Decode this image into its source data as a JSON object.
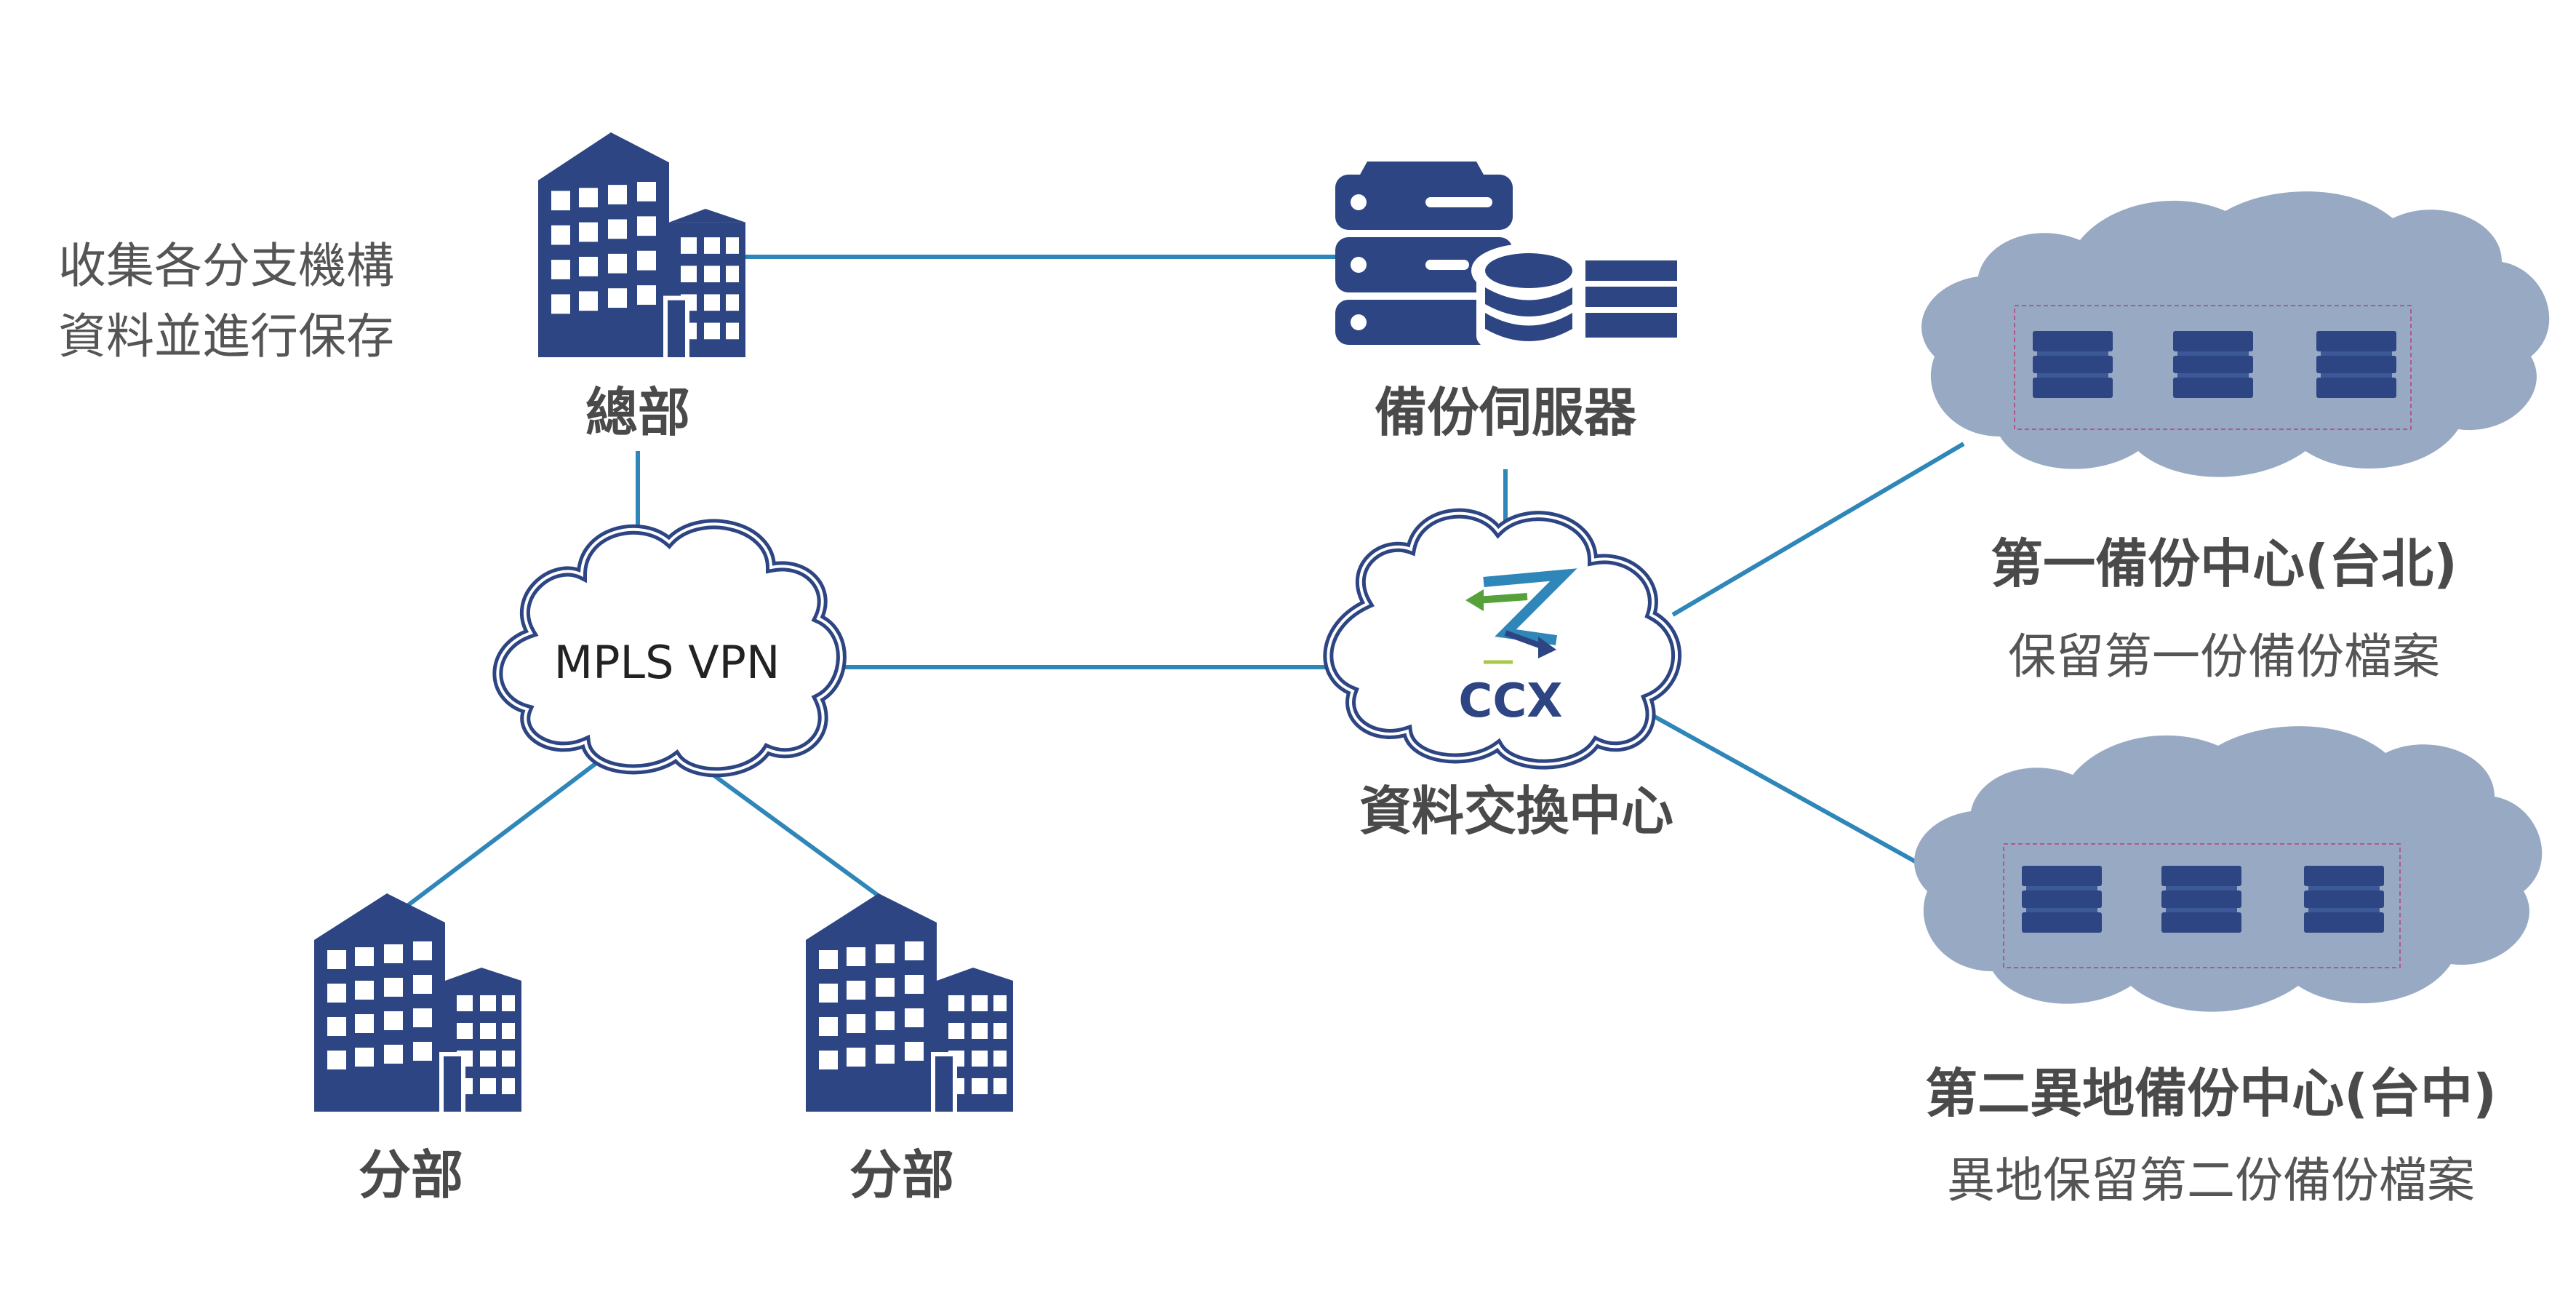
{
  "colors": {
    "navy": "#2d4583",
    "link": "#2f86b8",
    "cloud_fill": "#98a9c3",
    "text": "#4a4a4a",
    "ccx_green": "#55a13a"
  },
  "note": {
    "line1": "收集各分支機構",
    "line2": "資料並進行保存"
  },
  "hq": {
    "label": "總部",
    "icon": "building-icon"
  },
  "backup_server": {
    "label": "備份伺服器",
    "icon": "server-rack-icon"
  },
  "mpls": {
    "label": "MPLS VPN"
  },
  "exchange": {
    "label": "資料交換中心",
    "logo_text": "CCX"
  },
  "branches": [
    {
      "label": "分部",
      "icon": "building-icon"
    },
    {
      "label": "分部",
      "icon": "building-icon"
    }
  ],
  "backup_center_1": {
    "title": "第一備份中心(台北)",
    "desc": "保留第一份備份檔案"
  },
  "backup_center_2": {
    "title": "第二異地備份中心(台中)",
    "desc": "異地保留第二份備份檔案"
  }
}
